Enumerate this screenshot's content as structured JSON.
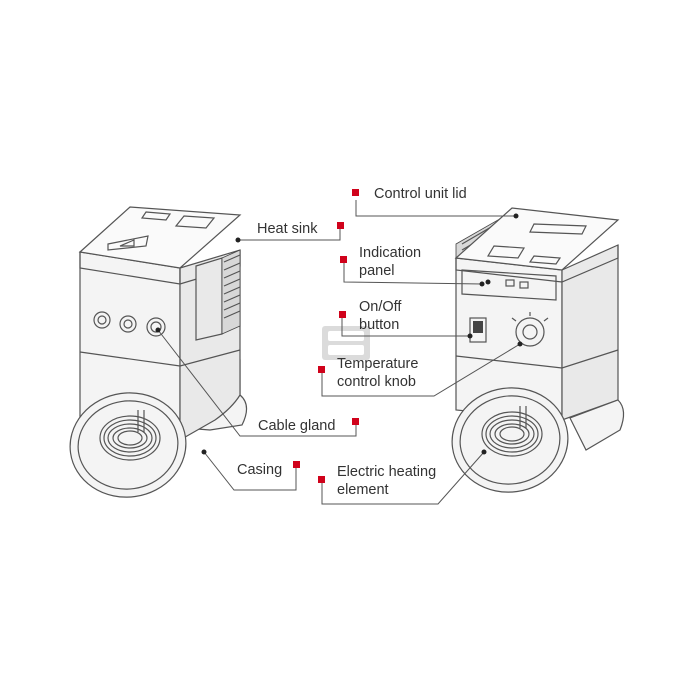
{
  "colors": {
    "marker": "#d0021b",
    "line": "#555555",
    "text": "#333333"
  },
  "labels": {
    "control_unit_lid": "Control unit lid",
    "heat_sink": "Heat sink",
    "indication_panel": [
      "Indication",
      "panel"
    ],
    "on_off_button": [
      "On/Off",
      "button"
    ],
    "temperature_control_knob": [
      "Temperature",
      "control knob"
    ],
    "cable_gland": "Cable gland",
    "casing": "Casing",
    "electric_heating_element": [
      "Electric heating",
      "element"
    ]
  },
  "icons": {
    "watermark": "logo-watermark-icon"
  }
}
